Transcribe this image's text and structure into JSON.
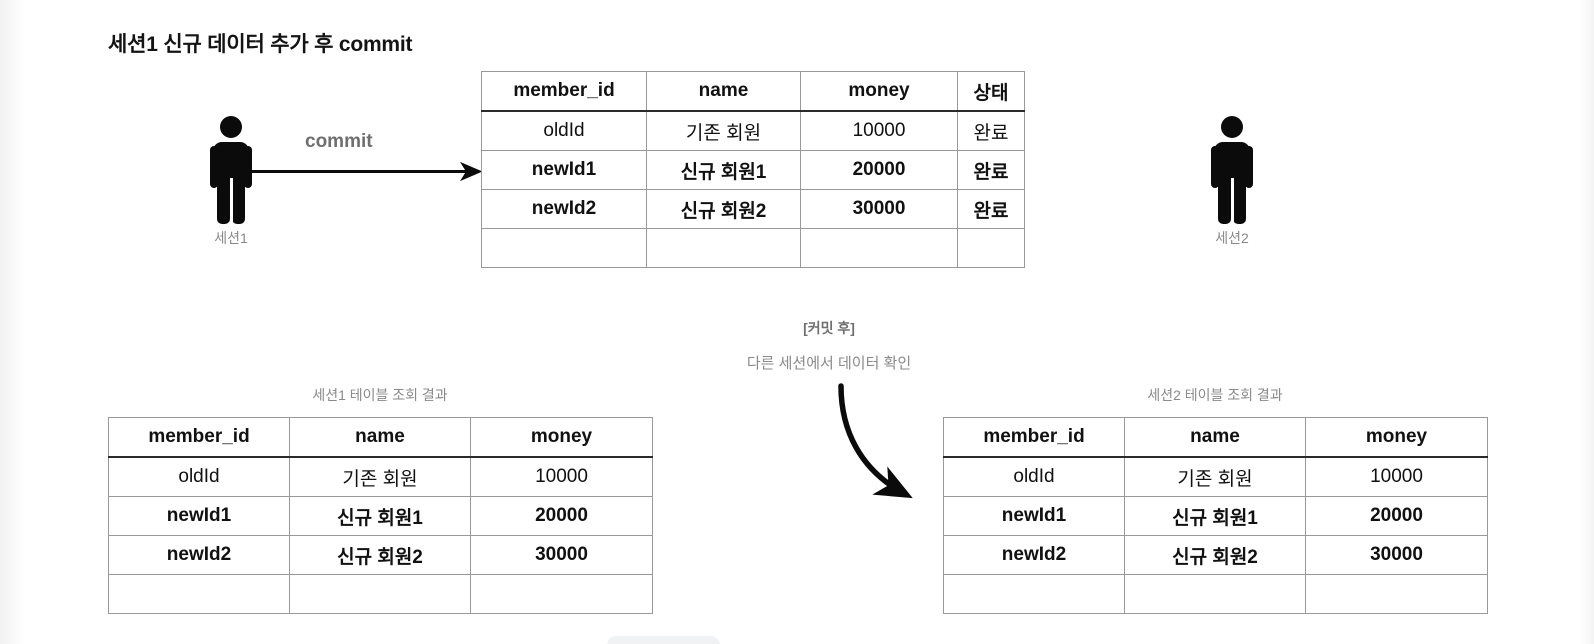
{
  "title": "세션1 신규 데이터 추가 후 commit",
  "actors": {
    "left": {
      "caption": "세션1",
      "icon": "person-icon"
    },
    "right": {
      "caption": "세션2",
      "icon": "person-icon"
    }
  },
  "commit_arrow": {
    "label": "commit",
    "icon": "arrow-right-icon"
  },
  "center_note": {
    "heading": "[커밋 후]",
    "subtext": "다른 세션에서 데이터 확인",
    "icon": "curved-arrow-icon"
  },
  "top_table": {
    "columns": [
      "member_id",
      "name",
      "money",
      "상태"
    ],
    "rows": [
      {
        "cells": [
          "oldId",
          "기존 회원",
          "10000",
          "완료"
        ],
        "highlight": false
      },
      {
        "cells": [
          "newId1",
          "신규 회원1",
          "20000",
          "완료"
        ],
        "highlight": true
      },
      {
        "cells": [
          "newId2",
          "신규 회원2",
          "30000",
          "완료"
        ],
        "highlight": true
      },
      {
        "cells": [
          "",
          "",
          "",
          ""
        ],
        "highlight": false
      }
    ]
  },
  "left_table": {
    "caption": "세션1 테이블 조회 결과",
    "columns": [
      "member_id",
      "name",
      "money"
    ],
    "rows": [
      {
        "cells": [
          "oldId",
          "기존 회원",
          "10000"
        ],
        "highlight": false
      },
      {
        "cells": [
          "newId1",
          "신규 회원1",
          "20000"
        ],
        "highlight": true
      },
      {
        "cells": [
          "newId2",
          "신규 회원2",
          "30000"
        ],
        "highlight": true
      },
      {
        "cells": [
          "",
          "",
          ""
        ],
        "highlight": false
      }
    ]
  },
  "right_table": {
    "caption": "세션2 테이블 조회 결과",
    "columns": [
      "member_id",
      "name",
      "money"
    ],
    "rows": [
      {
        "cells": [
          "oldId",
          "기존 회원",
          "10000"
        ],
        "highlight": false
      },
      {
        "cells": [
          "newId1",
          "신규 회원1",
          "20000"
        ],
        "highlight": true
      },
      {
        "cells": [
          "newId2",
          "신규 회원2",
          "30000"
        ],
        "highlight": true
      },
      {
        "cells": [
          "",
          "",
          ""
        ],
        "highlight": false
      }
    ]
  },
  "colors": {
    "ink": "#111111",
    "gray_text": "#8a8a8a",
    "label_gray": "#6f6f6f",
    "grid_line": "#999999",
    "header_rule": "#2b2b2b",
    "chip": "#f1f2f4"
  }
}
